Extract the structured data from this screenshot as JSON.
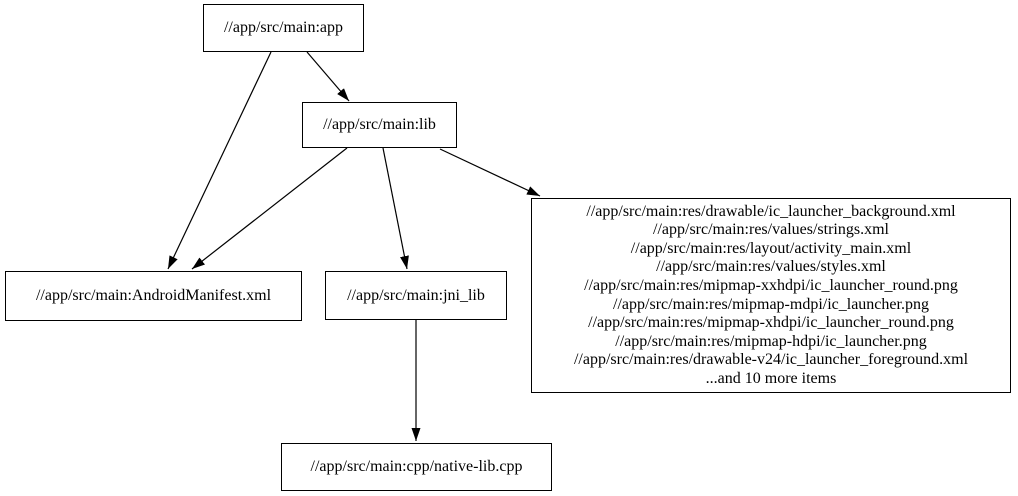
{
  "graph": {
    "background_color": "#ffffff",
    "node_border_color": "#000000",
    "edge_color": "#000000",
    "text_color": "#000000",
    "nodes": {
      "app": {
        "label": "//app/src/main:app"
      },
      "lib": {
        "label": "//app/src/main:lib"
      },
      "manifest": {
        "label": "//app/src/main:AndroidManifest.xml"
      },
      "jni_lib": {
        "label": "//app/src/main:jni_lib"
      },
      "res_group": {
        "lines": [
          "//app/src/main:res/drawable/ic_launcher_background.xml",
          "//app/src/main:res/values/strings.xml",
          "//app/src/main:res/layout/activity_main.xml",
          "//app/src/main:res/values/styles.xml",
          "//app/src/main:res/mipmap-xxhdpi/ic_launcher_round.png",
          "//app/src/main:res/mipmap-mdpi/ic_launcher.png",
          "//app/src/main:res/mipmap-xhdpi/ic_launcher_round.png",
          "//app/src/main:res/mipmap-hdpi/ic_launcher.png",
          "//app/src/main:res/drawable-v24/ic_launcher_foreground.xml",
          "...and 10 more items"
        ]
      },
      "native_lib": {
        "label": "//app/src/main:cpp/native-lib.cpp"
      }
    },
    "edges": [
      {
        "from": "//app/src/main:app",
        "to": "//app/src/main:lib"
      },
      {
        "from": "//app/src/main:app",
        "to": "//app/src/main:AndroidManifest.xml"
      },
      {
        "from": "//app/src/main:lib",
        "to": "//app/src/main:AndroidManifest.xml"
      },
      {
        "from": "//app/src/main:lib",
        "to": "//app/src/main:jni_lib"
      },
      {
        "from": "//app/src/main:lib",
        "to": "res-file-group"
      },
      {
        "from": "//app/src/main:jni_lib",
        "to": "//app/src/main:cpp/native-lib.cpp"
      }
    ]
  }
}
